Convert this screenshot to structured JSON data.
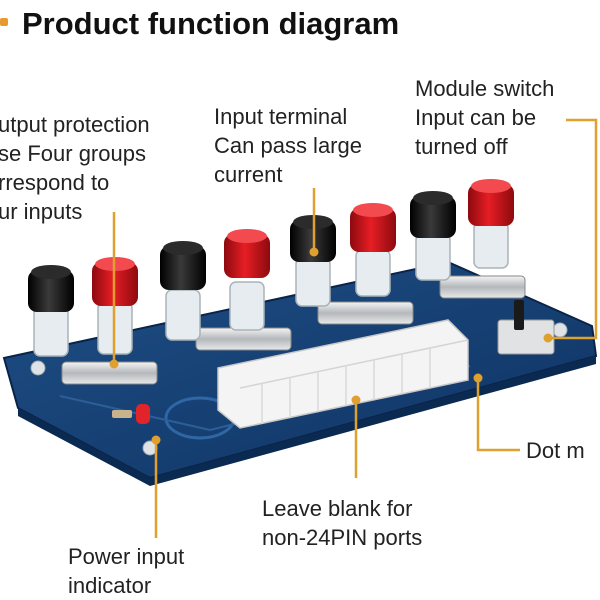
{
  "title": "Product function diagram",
  "labels": {
    "output_protection": "utput protection\nse Four groups\nrrespond to\nur inputs",
    "input_terminal": "Input terminal\nCan pass large\ncurrent",
    "module_switch": "Module switch\nInput can be\n turned off",
    "dot": "Dot m",
    "leave_blank": "Leave blank for\nnon-24PIN ports",
    "power_indicator": "Power input\nindicator"
  },
  "colors": {
    "leader": "#e0a030",
    "board": "#123a6b",
    "red_post": "#d8151c",
    "black_post": "#1a1a1a",
    "connector": "#f2f2f2"
  }
}
